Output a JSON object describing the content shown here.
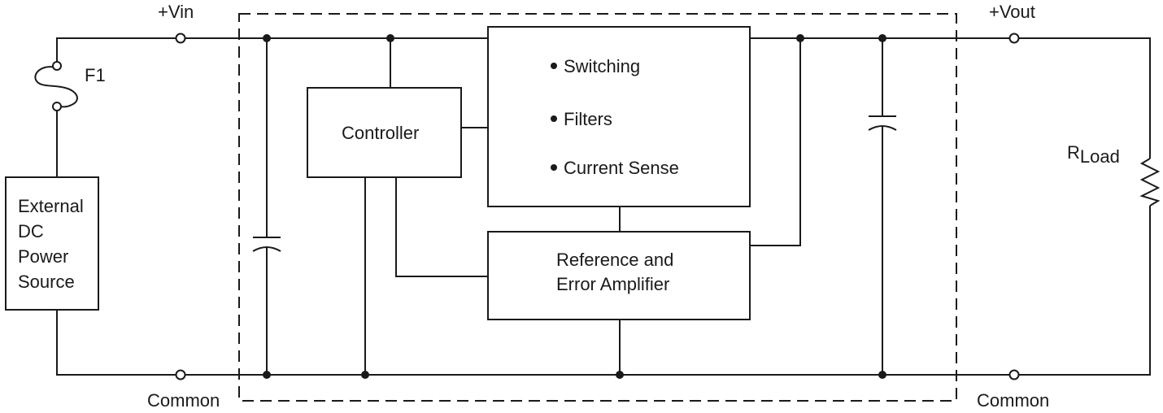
{
  "labels": {
    "vin": "+Vin",
    "vout": "+Vout",
    "common_in": "Common",
    "common_out": "Common",
    "fuse": "F1",
    "rload_main": "R",
    "rload_sub": "Load"
  },
  "source_lines": [
    "External",
    "DC",
    "Power",
    "Source"
  ],
  "controller": "Controller",
  "bullets": [
    "Switching",
    "Filters",
    "Current Sense"
  ],
  "reference_lines": [
    "Reference and",
    "Error Amplifier"
  ]
}
